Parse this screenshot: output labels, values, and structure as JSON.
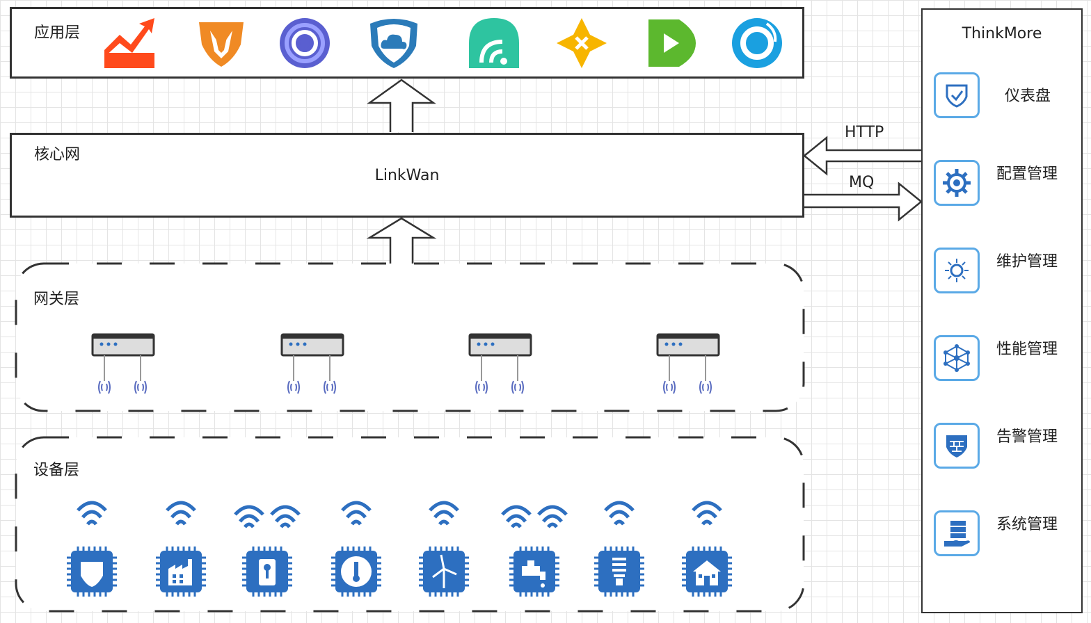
{
  "layers": {
    "app": {
      "label": "应用层"
    },
    "core": {
      "label": "核心网",
      "center": "LinkWan"
    },
    "gateway": {
      "label": "网关层"
    },
    "device": {
      "label": "设备层"
    }
  },
  "platform": {
    "title": "ThinkMore",
    "items": [
      {
        "label": "仪表盘",
        "icon": "shield-check-icon"
      },
      {
        "label": "配置管理",
        "icon": "gear-icon"
      },
      {
        "label": "维护管理",
        "icon": "sun-cog-icon"
      },
      {
        "label": "性能管理",
        "icon": "network-icon"
      },
      {
        "label": "告警管理",
        "icon": "firewall-icon"
      },
      {
        "label": "系统管理",
        "icon": "server-hand-icon"
      }
    ]
  },
  "connections": {
    "http": "HTTP",
    "mq": "MQ"
  },
  "apps": [
    {
      "icon": "trend-chart-icon",
      "color": "#ff4a1c"
    },
    {
      "icon": "fox-shield-icon",
      "color": "#f08a24"
    },
    {
      "icon": "swirl-icon",
      "color": "#5a5fd0"
    },
    {
      "icon": "cloud-shield-icon",
      "color": "#2b7bb9"
    },
    {
      "icon": "signal-icon",
      "color": "#2ec4a0"
    },
    {
      "icon": "star-cross-icon",
      "color": "#f7b500"
    },
    {
      "icon": "play-icon",
      "color": "#5cb82e"
    },
    {
      "icon": "orbit-icon",
      "color": "#1aa0e0"
    }
  ],
  "colors": {
    "accent": "#2d6fc0",
    "border": "#333333",
    "mgmt_border": "#5aa9e6"
  }
}
